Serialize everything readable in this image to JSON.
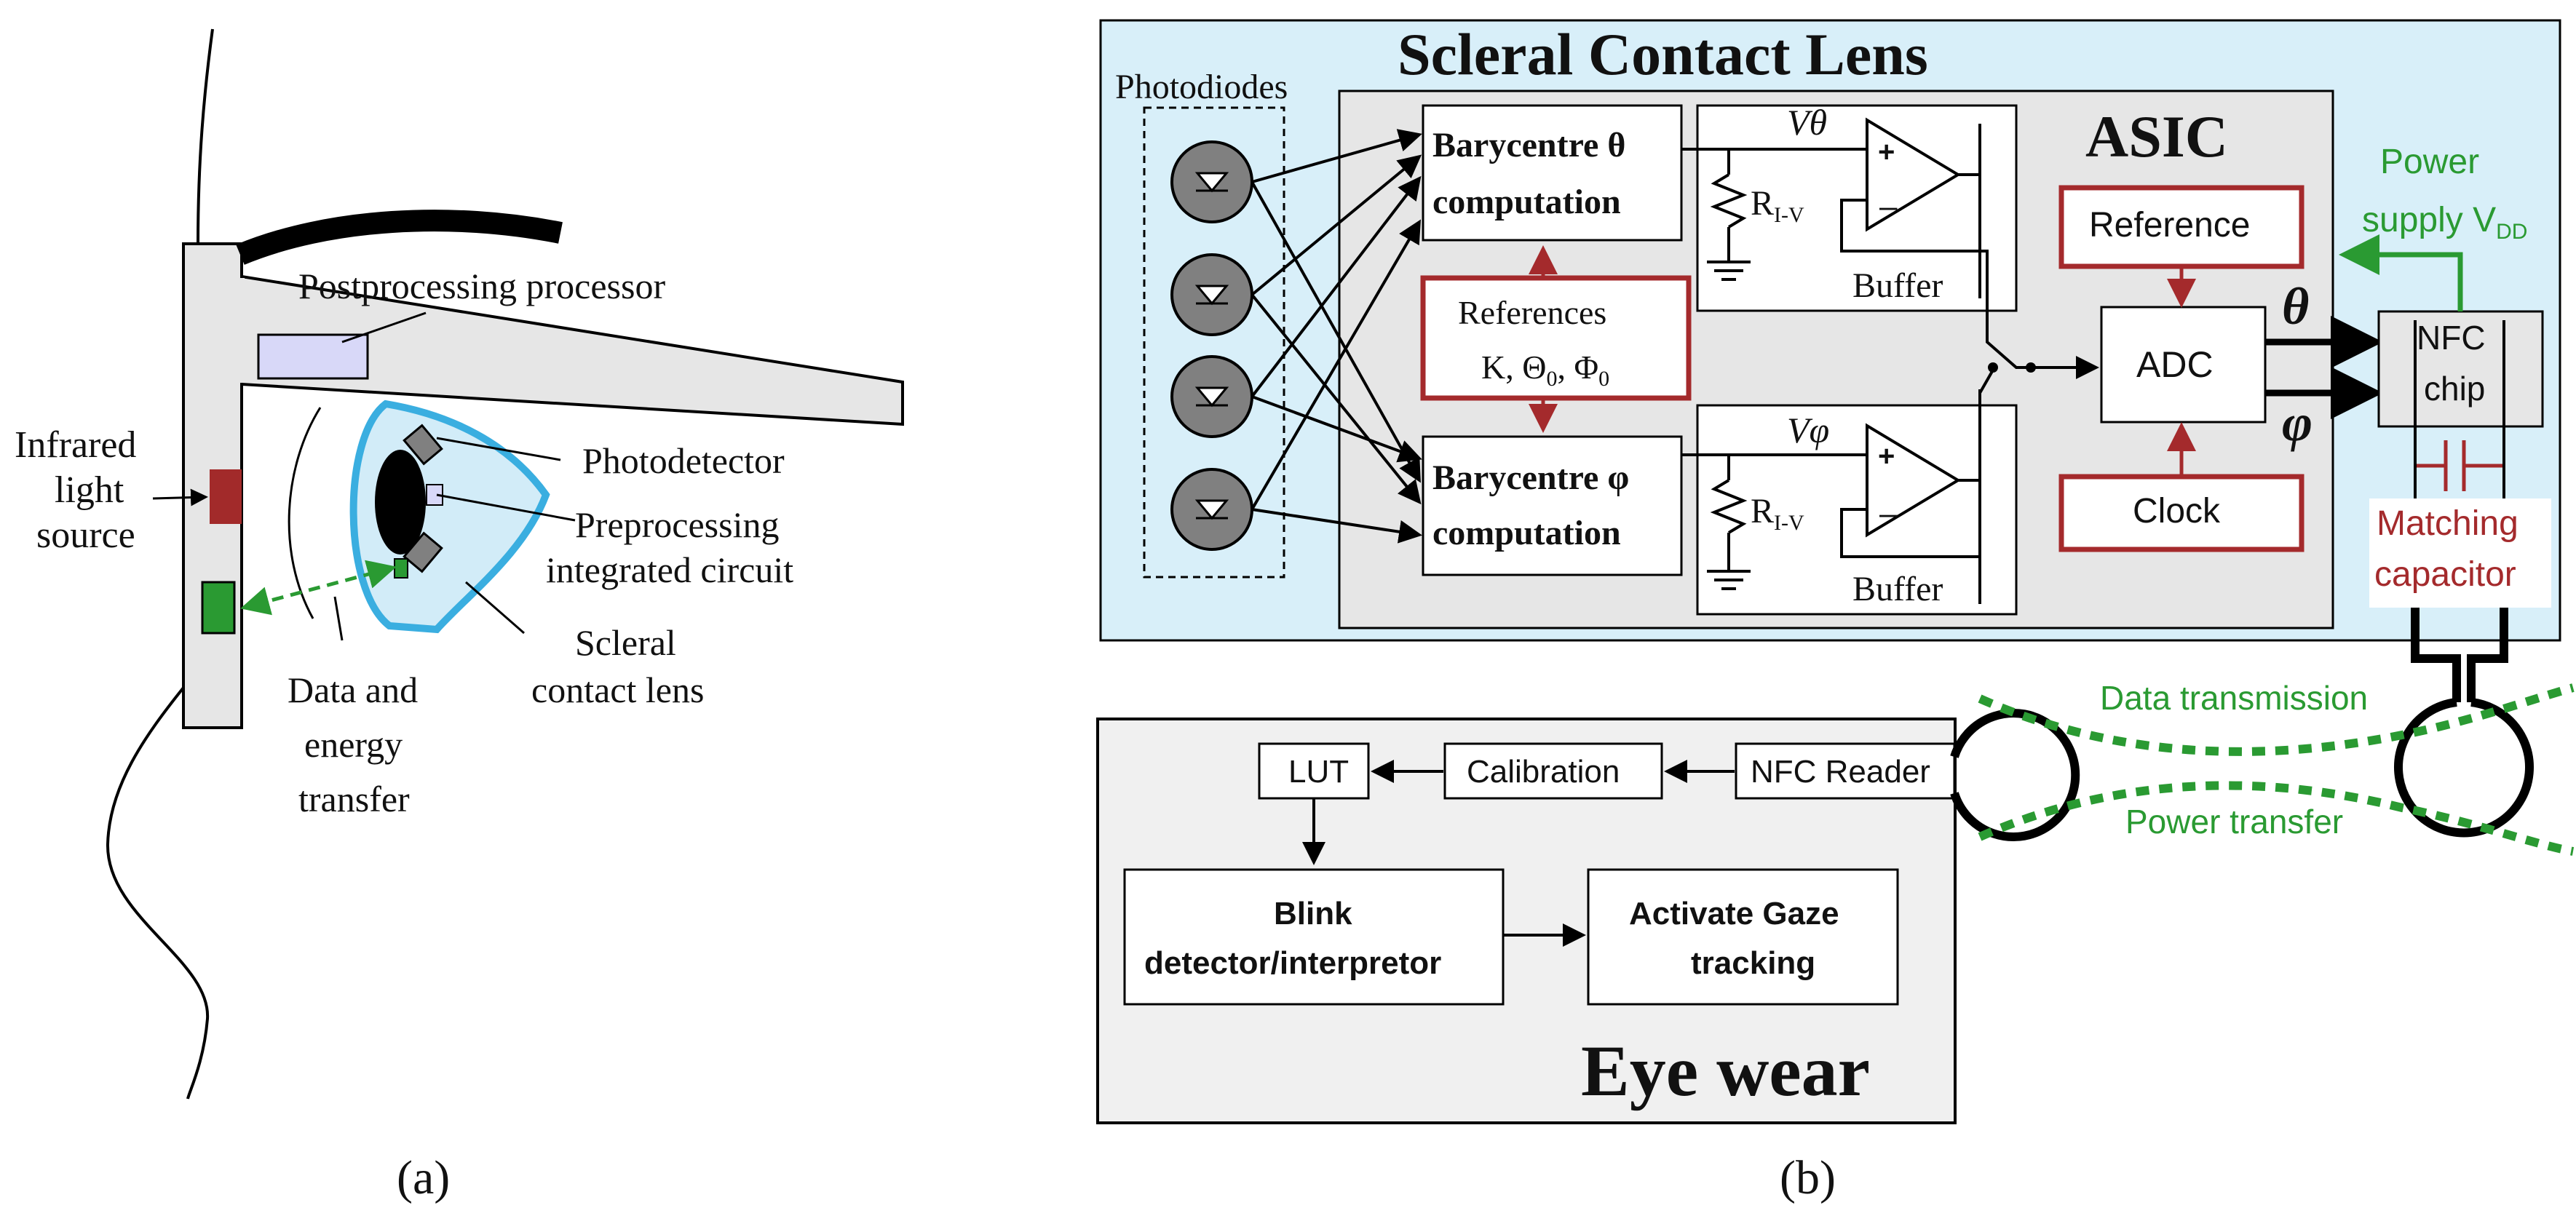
{
  "panel_a": {
    "caption": "(a)",
    "labels": {
      "postprocessing": "Postprocessing  processor",
      "infrared_1": "Infrared",
      "infrared_2": "light",
      "infrared_3": "source",
      "photodetector": "Photodetector",
      "preprocessing_1": "Preprocessing",
      "preprocessing_2": "integrated circuit",
      "scleral_1": "Scleral",
      "scleral_2": "contact lens",
      "data_1": "Data and",
      "data_2": "energy",
      "data_3": "transfer"
    }
  },
  "panel_b": {
    "caption": "(b)",
    "lens_title": "Scleral Contact Lens",
    "photodiodes": "Photodiodes",
    "asic": "ASIC",
    "bary_theta_1": "Barycentre θ",
    "bary_theta_2": "computation",
    "bary_phi_1": "Barycentre φ",
    "bary_phi_2": "computation",
    "references_1": "References",
    "references_2": "K, Θ",
    "references_sub0a": "0",
    "references_mid": ", Φ",
    "references_sub0b": "0",
    "v_theta": "Vθ",
    "v_phi": "Vφ",
    "r_main": "R",
    "r_sub": "I-V",
    "buffer": "Buffer",
    "reference": "Reference",
    "adc": "ADC",
    "clock": "Clock",
    "theta": "θ",
    "phi": "φ",
    "power_1": "Power",
    "power_2": "supply V",
    "power_sub": "DD",
    "nfc_chip_1": "NFC",
    "nfc_chip_2": "chip",
    "matching_1": "Matching",
    "matching_2": "capacitor",
    "data_transmission": "Data transmission",
    "power_transfer": "Power transfer",
    "eye_wear": "Eye wear",
    "lut": "LUT",
    "calibration": "Calibration",
    "nfc_reader": "NFC Reader",
    "blink_1": "Blink",
    "blink_2": "detector/interpretor",
    "gaze_1": "Activate Gaze",
    "gaze_2": "tracking"
  },
  "colors": {
    "lens_bg": "#d8eff9",
    "asic_bg": "#e6e6e6",
    "red": "#a42a2c",
    "green": "#2a9a32",
    "ir_source": "#a22a2a",
    "lens_blue": "#3aaee0"
  }
}
